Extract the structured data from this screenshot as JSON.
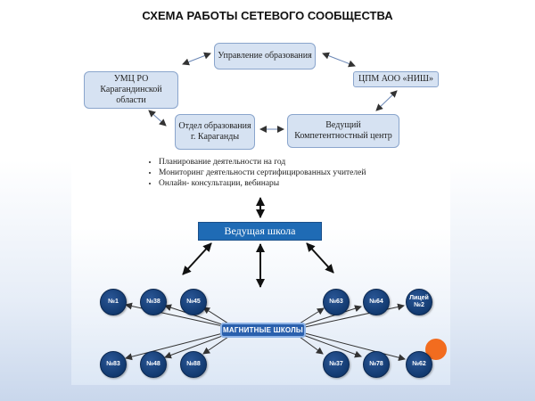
{
  "title": "СХЕМА РАБОТЫ СЕТЕВОГО СООБЩЕСТВА",
  "boxes": {
    "education_dept": "Управление образования",
    "umc": "УМЦ РО Карагандинской области",
    "cpm": "ЦПМ АОО «НИШ»",
    "city_dept": "Отдел образования г. Караганды",
    "competence_center": "Ведущий Компетентностный центр"
  },
  "bullets": [
    "Планирование деятельности на год",
    "Мониторинг деятельности сертифицированных учителей",
    "Онлайн- консультации, вебинары"
  ],
  "lead_school": "Ведущая школа",
  "magnet_schools": "МАГНИТНЫЕ ШКОЛЫ",
  "schools_left_top": [
    "№1",
    "№38",
    "№45"
  ],
  "schools_left_bottom": [
    "№83",
    "№48",
    "№88"
  ],
  "schools_right_top": [
    "№63",
    "№64",
    "Лицей №2"
  ],
  "schools_right_bottom": [
    "№37",
    "№78",
    "№62"
  ],
  "colors": {
    "box_fill": "#d6e2f2",
    "lead_fill": "#1f6bb5",
    "school_fill": "#123a70",
    "accent_dot": "#f26c1f"
  }
}
